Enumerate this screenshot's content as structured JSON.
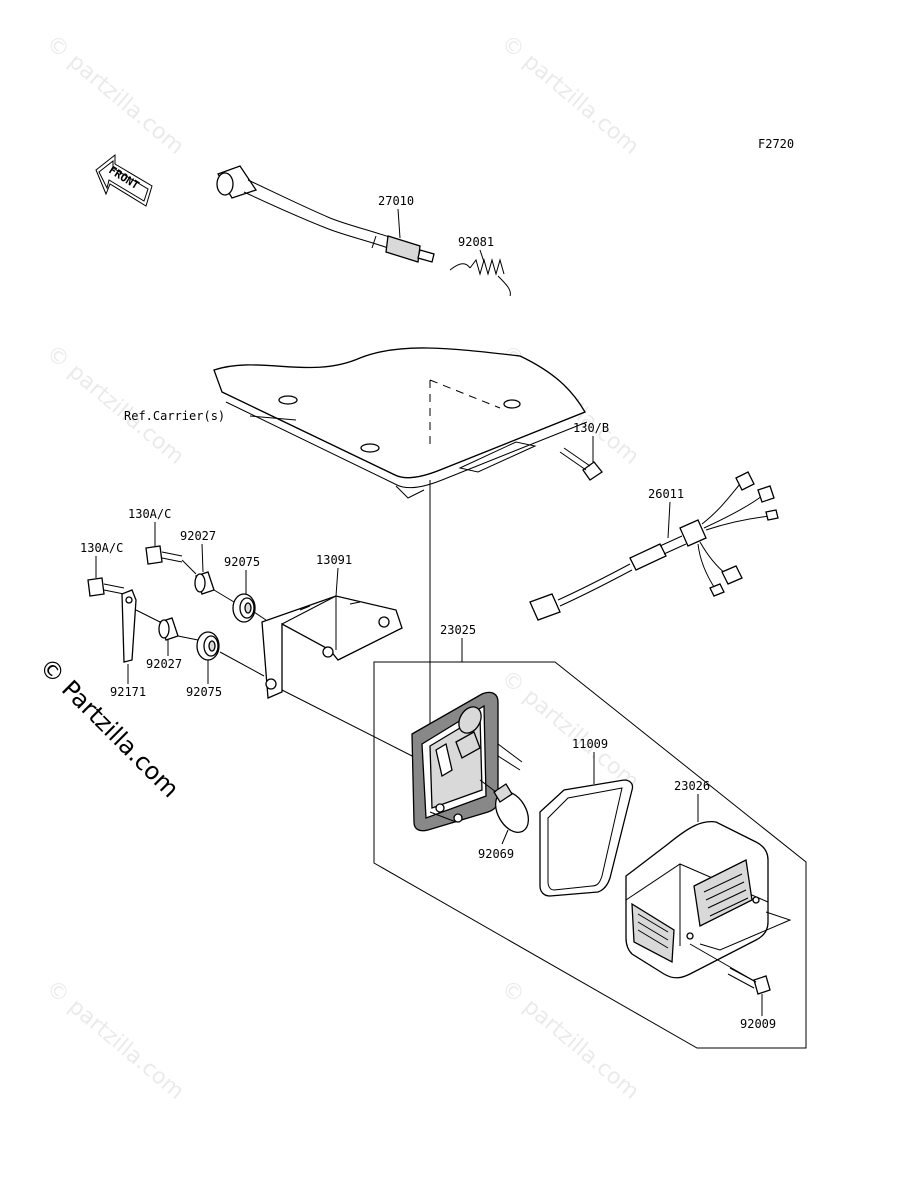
{
  "diagram_code": "F2720",
  "front_label": "FRONT",
  "ref_label": "Ref.Carrier(s)",
  "watermark": "© Partzilla.com",
  "watermark_small": "© partzilla.com",
  "parts": {
    "p27010": "27010",
    "p92081": "92081",
    "p130B": "130/B",
    "p26011": "26011",
    "p130AC_top": "130A/C",
    "p92027_top": "92027",
    "p92075_top": "92075",
    "p13091": "13091",
    "p130AC_left": "130A/C",
    "p92171": "92171",
    "p92027_bot": "92027",
    "p92075_bot": "92075",
    "p23025": "23025",
    "p11009": "11009",
    "p23026": "23026",
    "p92069": "92069",
    "p92009": "92009"
  }
}
